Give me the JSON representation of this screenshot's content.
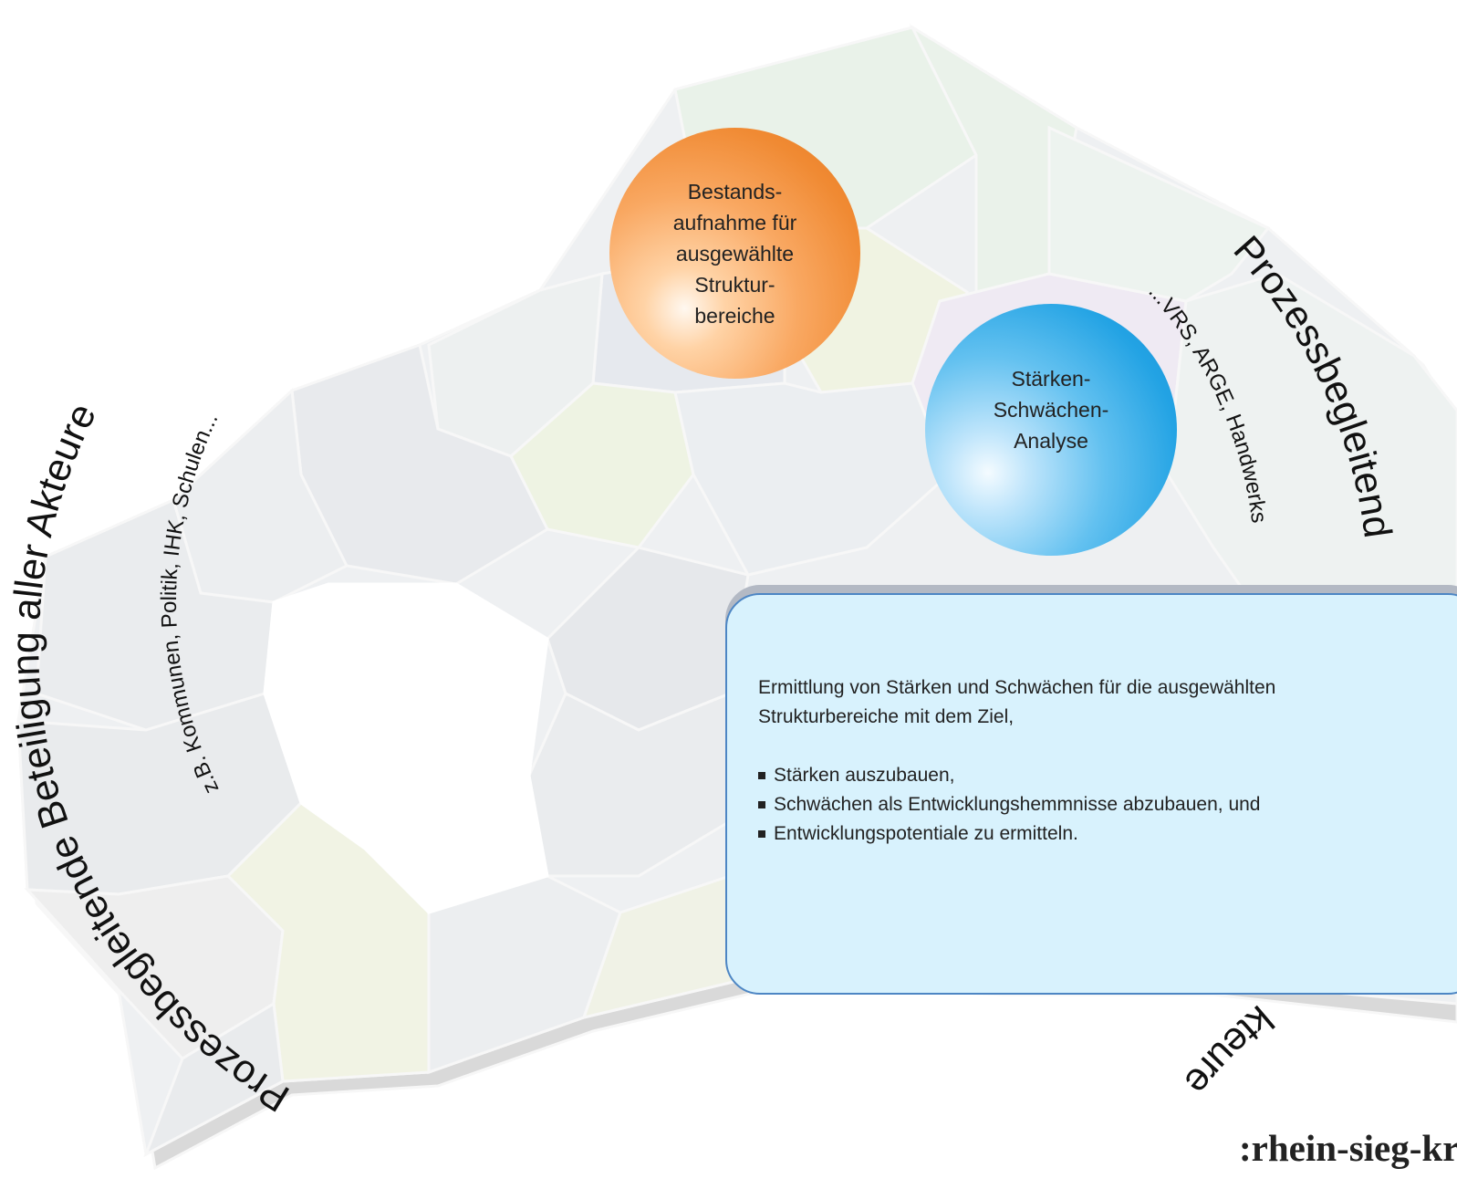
{
  "left_arc": {
    "title": "Prozessbegleitende Beteiligung aller Akteure",
    "subtitle": "z.B. Kommunen, Politik, IHK, Schulen..."
  },
  "right_arc": {
    "title": "Prozessbegleitend",
    "subtitle": "...VRS, ARGE, Handwerks",
    "fragment": "kteure"
  },
  "bubbles": {
    "bestand": "Bestands-\naufnahme für\nausgewählte\nStruktur-\nbereiche",
    "staerken": "Stärken-\nSchwächen-\nAnalyse"
  },
  "info_box": {
    "intro": "Ermittlung von Stärken und Schwächen für die ausgewählten\nStrukturbereiche mit dem Ziel,",
    "bullets": [
      "Stärken auszubauen,",
      "Schwächen als Entwicklungshemmnisse abzubauen, und",
      "Entwicklungspotentiale zu ermitteln."
    ]
  },
  "brand": ":rhein-sieg-kreis",
  "colors": {
    "orange_bubble": "#f08a33",
    "blue_bubble": "#23a3e4",
    "info_box_fill": "#d8f2fd",
    "info_box_border": "#4d86c4"
  }
}
